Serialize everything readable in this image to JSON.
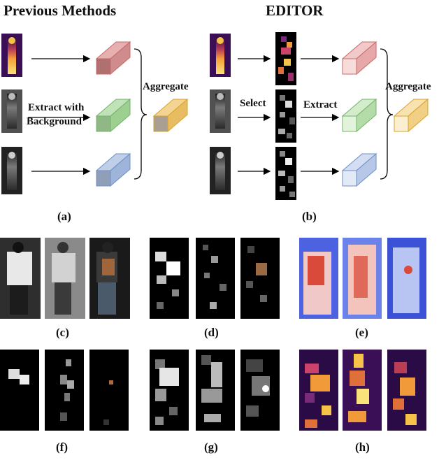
{
  "headings": {
    "left": "Previous Methods",
    "right": "EDITOR"
  },
  "labels": {
    "extract_with": "Extract with",
    "background": "Background",
    "aggregate_left": "Aggregate",
    "select": "Select",
    "extract": "Extract",
    "aggregate_right": "Aggregate"
  },
  "captions": {
    "a": "(a)",
    "b": "(b)",
    "c": "(c)",
    "d": "(d)",
    "e": "(e)",
    "f": "(f)",
    "g": "(g)",
    "h": "(h)"
  },
  "colors": {
    "red_block": "#c96a6a",
    "green_block": "#74b36a",
    "blue_block": "#6f8fc6",
    "orange_block": "#d9a32a",
    "heat_red": "#d94a3a",
    "heat_blue": "#3b52d6",
    "inferno_orange": "#f19a3a",
    "inferno_purple": "#4a1770"
  }
}
